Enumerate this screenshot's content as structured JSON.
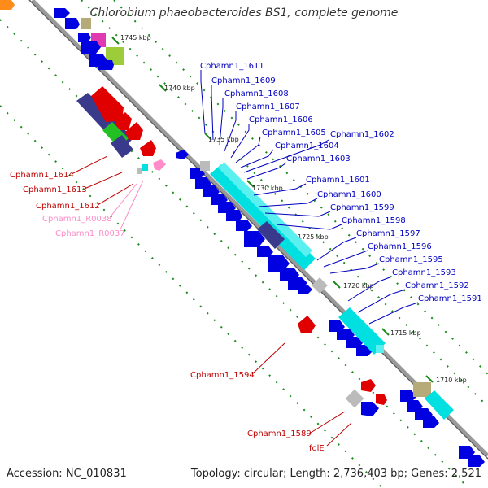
{
  "title": "Chlorobium phaeobacteroides BS1, complete genome",
  "footer": {
    "accession": "Accession: NC_010831",
    "summary": "Topology: circular; Length: 2,736,403 bp; Genes: 2,521"
  },
  "colors": {
    "forward_cds": "#0000e0",
    "reverse_cds": "#e00000",
    "rna": "#ff8cc8",
    "highlight": "#00e0e0",
    "backbone": "#888888",
    "ticks": "#1a8a1a"
  },
  "scale_labels": [
    "1745 kbp",
    "1740 kbp",
    "1735 kbp",
    "1730 kbp",
    "1725 kbp",
    "1720 kbp",
    "1715 kbp",
    "1710 kbp"
  ],
  "forward_labels": [
    "Cphamn1_1611",
    "Cphamn1_1609",
    "Cphamn1_1608",
    "Cphamn1_1607",
    "Cphamn1_1606",
    "Cphamn1_1605",
    "Cphamn1_1604",
    "Cphamn1_1603",
    "Cphamn1_1602",
    "Cphamn1_1601",
    "Cphamn1_1600",
    "Cphamn1_1599",
    "Cphamn1_1598",
    "Cphamn1_1597",
    "Cphamn1_1596",
    "Cphamn1_1595",
    "Cphamn1_1593",
    "Cphamn1_1592",
    "Cphamn1_1591"
  ],
  "reverse_labels": [
    "Cphamn1_1614",
    "Cphamn1_1613",
    "Cphamn1_1612",
    "Cphamn1_1594",
    "Cphamn1_1589",
    "folE"
  ],
  "rna_labels": [
    "Cphamn1_R0038",
    "Cphamn1_R0037"
  ]
}
